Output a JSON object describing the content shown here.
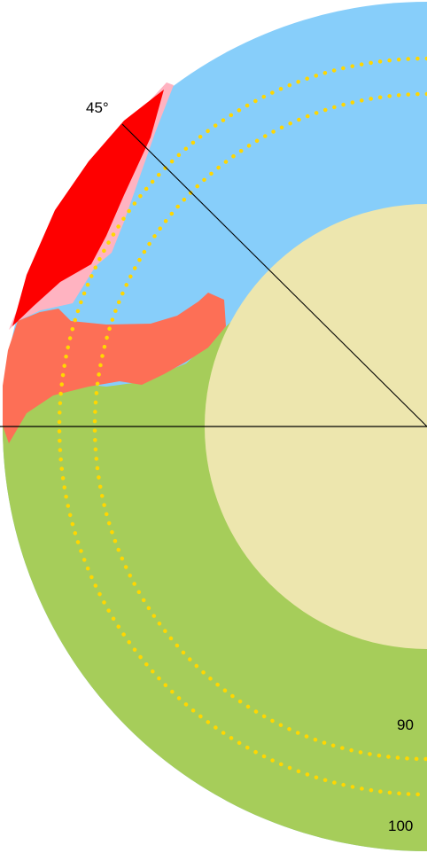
{
  "labels": {
    "angle": "45°",
    "ring_inner": "90",
    "ring_outer": "100"
  },
  "colors": {
    "background": "#ffffff",
    "sky_blue": "#87cefa",
    "green": "#a6cd5a",
    "core": "#ede6ae",
    "salmon": "#fd6f56",
    "red": "#fe0000",
    "pink": "#ffb3c1",
    "dots": "#ffd700",
    "lines": "#000000"
  }
}
